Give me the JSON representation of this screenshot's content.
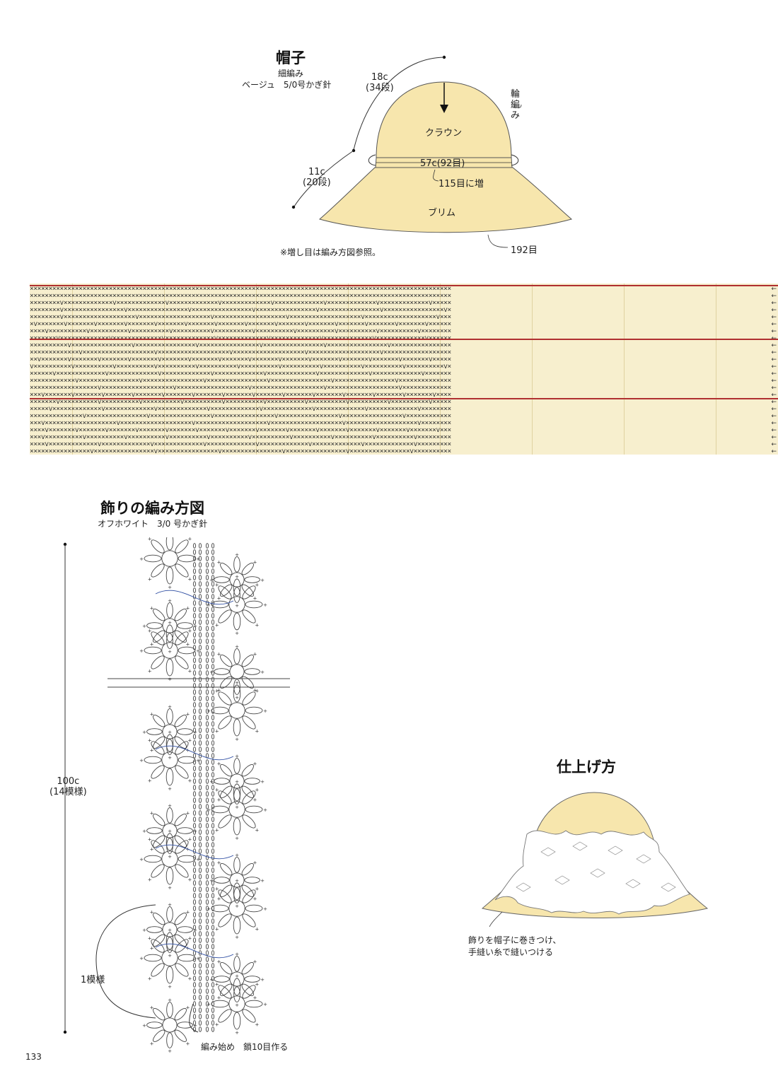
{
  "hat": {
    "title": "帽子",
    "stitch": "細編み",
    "yarn": "ベージュ　5/0号かぎ針",
    "crown_length": "18c",
    "crown_rows": "(34段)",
    "round_label": "輪\n編\nみ",
    "crown_label": "クラウン",
    "crown_circ": "57c(92目)",
    "increase_label": "115目に増",
    "brim_length": "11c",
    "brim_rows": "(20段)",
    "brim_label": "ブリム",
    "brim_circ": "192目",
    "note": "※増し目は編み方図参照。"
  },
  "decoration": {
    "title": "飾りの編み方図",
    "yarn": "オフホワイト　3/0 号かぎ針",
    "length": "100c",
    "motifs": "(14模様)",
    "one_motif": "1模様",
    "start_note": "編み始め　鎖10目作る"
  },
  "finishing": {
    "title": "仕上げ方",
    "note_line1": "飾りを帽子に巻きつけ、",
    "note_line2": "手縫い糸で縫いつける"
  },
  "page_number": "133",
  "colors": {
    "hat_fill": "#f7e6ad",
    "chart_bg": "#f7efce",
    "row_line": "#b03030",
    "thread_blue": "#2a4aa0"
  }
}
